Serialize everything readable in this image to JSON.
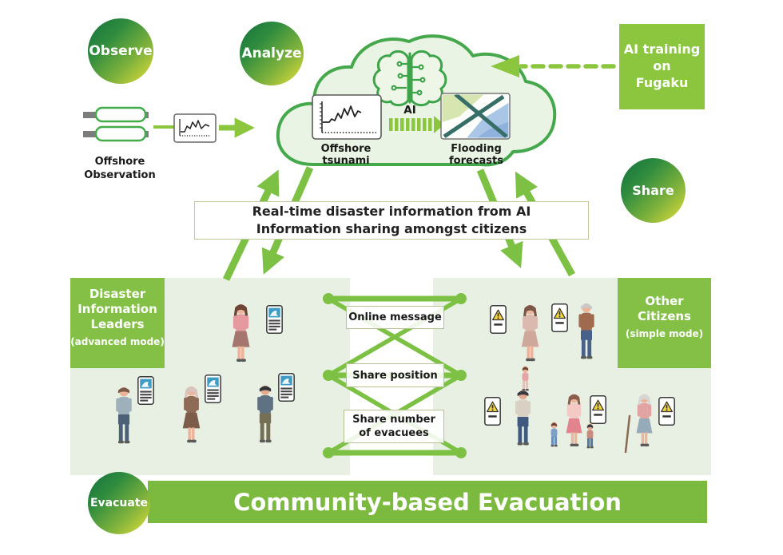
{
  "stages": {
    "observe": "Observe",
    "analyze": "Analyze",
    "share": "Share",
    "evacuate": "Evacuate"
  },
  "fugaku_box": {
    "lines": [
      "AI training",
      "on",
      "Fugaku"
    ]
  },
  "cloud": {
    "ai_label": "AI",
    "offshore_tsunami_label": "Offshore tsunami",
    "flooding_forecasts_label": "Flooding forecasts"
  },
  "observation": {
    "lines": [
      "Offshore",
      "Observation"
    ]
  },
  "info_banner": {
    "lines": [
      "Real-time disaster information from AI",
      "Information sharing amongst citizens"
    ]
  },
  "leaders_box": {
    "lines": [
      "Disaster",
      "Information",
      "Leaders"
    ],
    "mode": "(advanced mode)"
  },
  "citizens_box": {
    "lines": [
      "Other",
      "Citizens"
    ],
    "mode": "(simple mode)"
  },
  "sharing": {
    "online_message": "Online message",
    "share_position": "Share position",
    "share_number_lines": [
      "Share number",
      "of evacuees"
    ]
  },
  "footer": {
    "title": "Community-based Evacuation"
  },
  "icons": [
    "brain-circuit-icon",
    "tsunami-chart-icon",
    "flood-map-icon",
    "offshore-sensor-icon",
    "phone-advanced-icon",
    "phone-simple-icon",
    "warning-triangle-icon",
    "arrow-icon",
    "cloud-icon",
    "person-icon"
  ],
  "colors": {
    "arrow_green": "#7cc143",
    "light_green": "#8cc63e",
    "panel_bg": "#e7f0e2",
    "box_green": "#85c046",
    "fugaku_green": "#8cc63f",
    "banner_green": "#7cba3f",
    "cloud_fill": "#e9f4e4",
    "cloud_stroke": "#46a84c",
    "gradient_dark_green": "#14713d",
    "gradient_yellow": "#e7e039",
    "warning_yellow": "#f6d43c",
    "phone_image_blue": "#3d9bc4",
    "text_dark": "#1a1a1a"
  }
}
